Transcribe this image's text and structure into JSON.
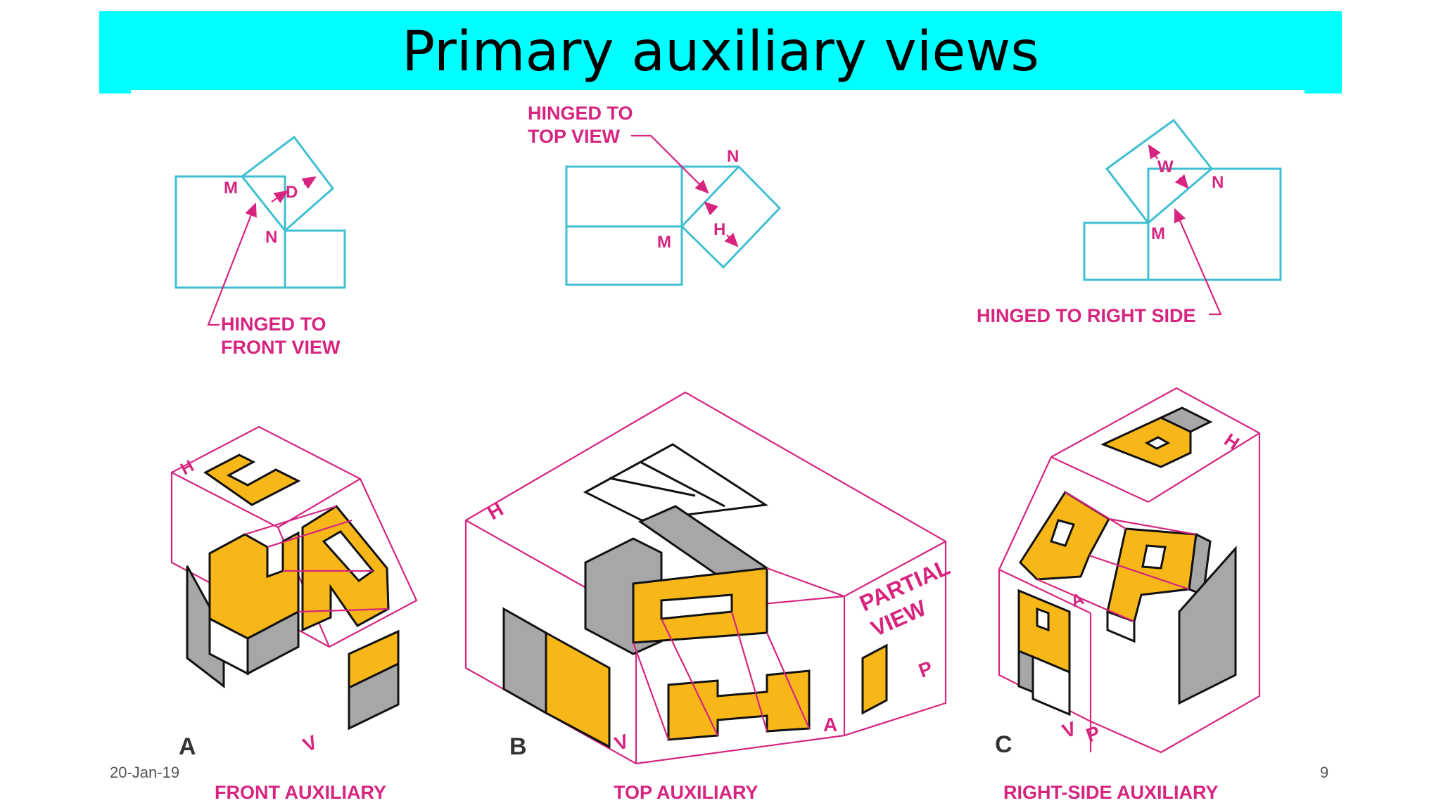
{
  "slide": {
    "title": "Primary auxiliary views",
    "footer_date": "20-Jan-19",
    "page_number": "9"
  },
  "top_views": {
    "front": {
      "labels": [
        "M",
        "D",
        "N"
      ],
      "note_line1": "HINGED TO",
      "note_line2": "FRONT VIEW"
    },
    "top": {
      "note_line1": "HINGED TO",
      "note_line2": "TOP VIEW",
      "labels": [
        "N",
        "H",
        "M"
      ]
    },
    "right": {
      "labels": [
        "W",
        "N",
        "M"
      ],
      "note": "HINGED TO RIGHT SIDE"
    }
  },
  "pictorials": {
    "a": {
      "letter": "A",
      "caption": "FRONT AUXILIARY",
      "plane_labels": [
        "H",
        "V"
      ]
    },
    "b": {
      "letter": "B",
      "caption": "TOP AUXILIARY",
      "plane_labels": [
        "H",
        "V",
        "A",
        "P"
      ],
      "partial_line1": "PARTIAL",
      "partial_line2": "VIEW"
    },
    "c": {
      "letter": "C",
      "caption": "RIGHT-SIDE AUXILIARY",
      "plane_labels": [
        "H",
        "A",
        "V",
        "P"
      ]
    }
  },
  "colors": {
    "title_bar": "#00ffff",
    "projection_lines": "#d6247f",
    "orthographic_lines": "#3fbfd1",
    "face_yellow": "#f7b718",
    "face_gray": "#a7a7a7"
  }
}
